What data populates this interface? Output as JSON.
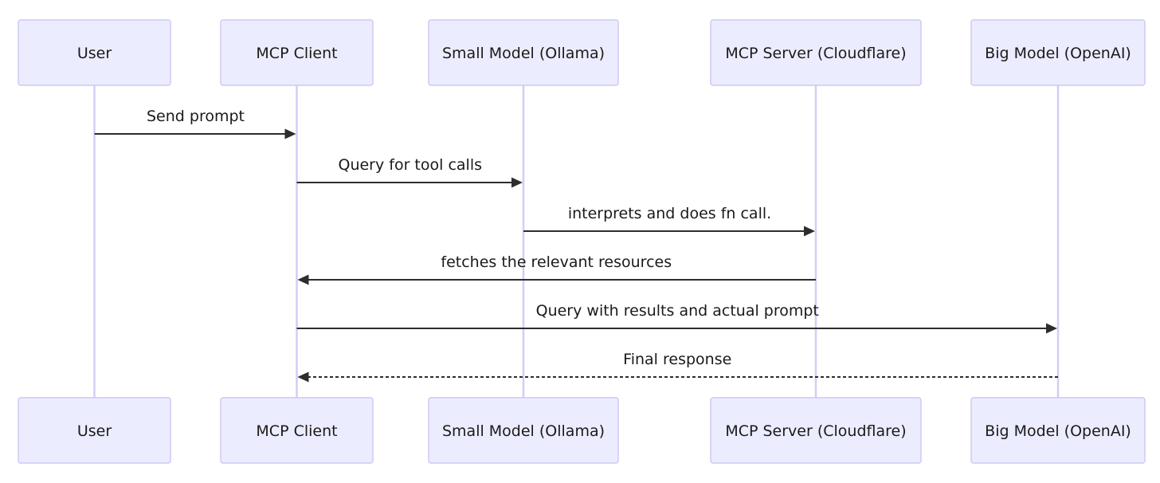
{
  "participants": [
    {
      "id": "user",
      "label": "User"
    },
    {
      "id": "client",
      "label": "MCP Client"
    },
    {
      "id": "small",
      "label": "Small Model (Ollama)"
    },
    {
      "id": "server",
      "label": "MCP Server (Cloudflare)"
    },
    {
      "id": "big",
      "label": "Big Model (OpenAI)"
    }
  ],
  "messages": [
    {
      "from": "user",
      "to": "client",
      "label": "Send prompt",
      "style": "solid"
    },
    {
      "from": "client",
      "to": "small",
      "label": "Query for tool calls",
      "style": "solid"
    },
    {
      "from": "small",
      "to": "server",
      "label": "interprets and does fn call.",
      "style": "solid"
    },
    {
      "from": "server",
      "to": "client",
      "label": "fetches the relevant resources",
      "style": "solid"
    },
    {
      "from": "client",
      "to": "big",
      "label": "Query with results and actual prompt",
      "style": "solid"
    },
    {
      "from": "big",
      "to": "client",
      "label": "Final response",
      "style": "dashed"
    }
  ],
  "colors": {
    "actor_fill": "#ECECFF",
    "actor_border": "#CFC8F4",
    "lifeline": "#D4CDF5",
    "arrow": "#2d2d2d"
  }
}
